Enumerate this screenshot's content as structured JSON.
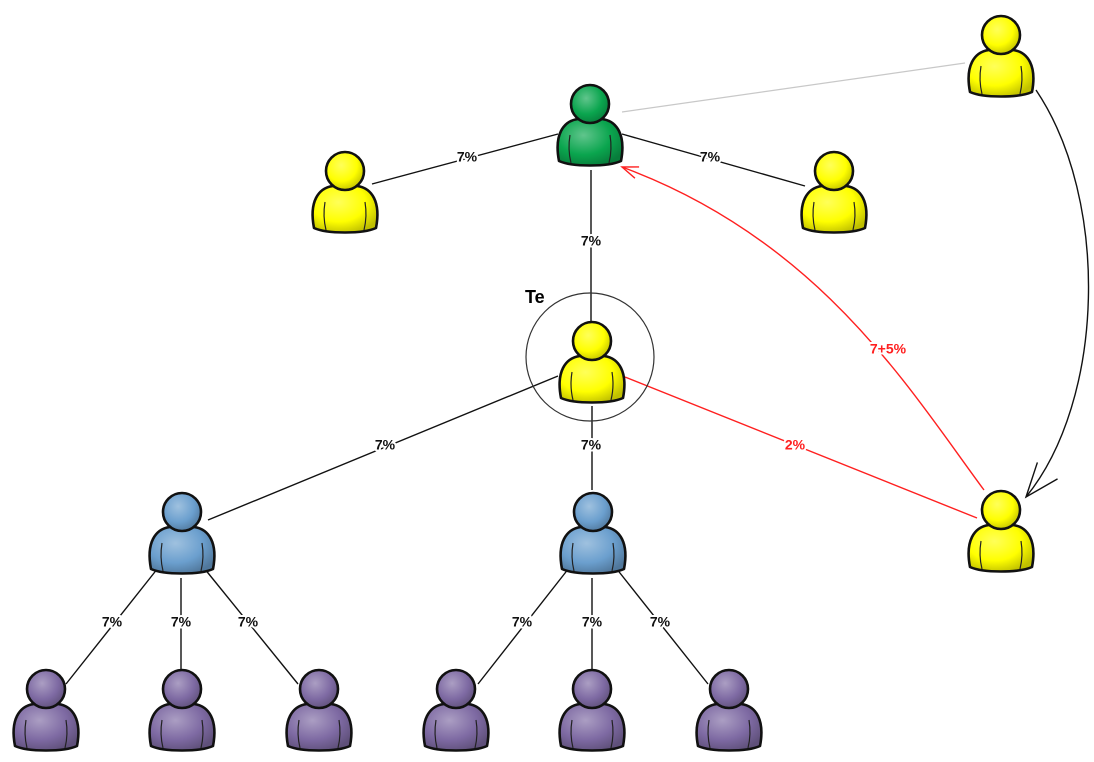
{
  "diagram": {
    "focus_label": "Te",
    "colors": {
      "green": "#0aa54e",
      "yellow": "#ffff00",
      "blue": "#6b9fce",
      "purple": "#7e6aa3",
      "edge": "#111111",
      "faint": "#c8c8c8",
      "red": "#ff2020"
    },
    "nodes": [
      {
        "id": "top",
        "color": "green"
      },
      {
        "id": "top-left",
        "color": "yellow"
      },
      {
        "id": "top-right",
        "color": "yellow"
      },
      {
        "id": "far-top-right",
        "color": "yellow"
      },
      {
        "id": "center",
        "color": "yellow"
      },
      {
        "id": "far-right",
        "color": "yellow"
      },
      {
        "id": "blue-left",
        "color": "blue"
      },
      {
        "id": "blue-mid",
        "color": "blue"
      },
      {
        "id": "purple-1",
        "color": "purple"
      },
      {
        "id": "purple-2",
        "color": "purple"
      },
      {
        "id": "purple-3",
        "color": "purple"
      },
      {
        "id": "purple-4",
        "color": "purple"
      },
      {
        "id": "purple-5",
        "color": "purple"
      },
      {
        "id": "purple-6",
        "color": "purple"
      }
    ],
    "edges": [
      {
        "id": "top-to-top-left",
        "label": "7%",
        "color": "edge"
      },
      {
        "id": "top-to-top-right",
        "label": "7%",
        "color": "edge"
      },
      {
        "id": "top-to-center",
        "label": "7%",
        "color": "edge"
      },
      {
        "id": "top-to-far-top-right",
        "label": "",
        "color": "faint"
      },
      {
        "id": "far-top-right-to-far-right",
        "label": "",
        "color": "edge",
        "arrow": true
      },
      {
        "id": "far-right-to-top",
        "label": "7+5%",
        "color": "red",
        "arrow": true
      },
      {
        "id": "center-to-far-right",
        "label": "2%",
        "color": "red"
      },
      {
        "id": "center-to-blue-left",
        "label": "7%",
        "color": "edge"
      },
      {
        "id": "center-to-blue-mid",
        "label": "7%",
        "color": "edge"
      },
      {
        "id": "blue-left-to-purple-1",
        "label": "7%",
        "color": "edge"
      },
      {
        "id": "blue-left-to-purple-2",
        "label": "7%",
        "color": "edge"
      },
      {
        "id": "blue-left-to-purple-3",
        "label": "7%",
        "color": "edge"
      },
      {
        "id": "blue-mid-to-purple-4",
        "label": "7%",
        "color": "edge"
      },
      {
        "id": "blue-mid-to-purple-5",
        "label": "7%",
        "color": "edge"
      },
      {
        "id": "blue-mid-to-purple-6",
        "label": "7%",
        "color": "edge"
      }
    ]
  }
}
